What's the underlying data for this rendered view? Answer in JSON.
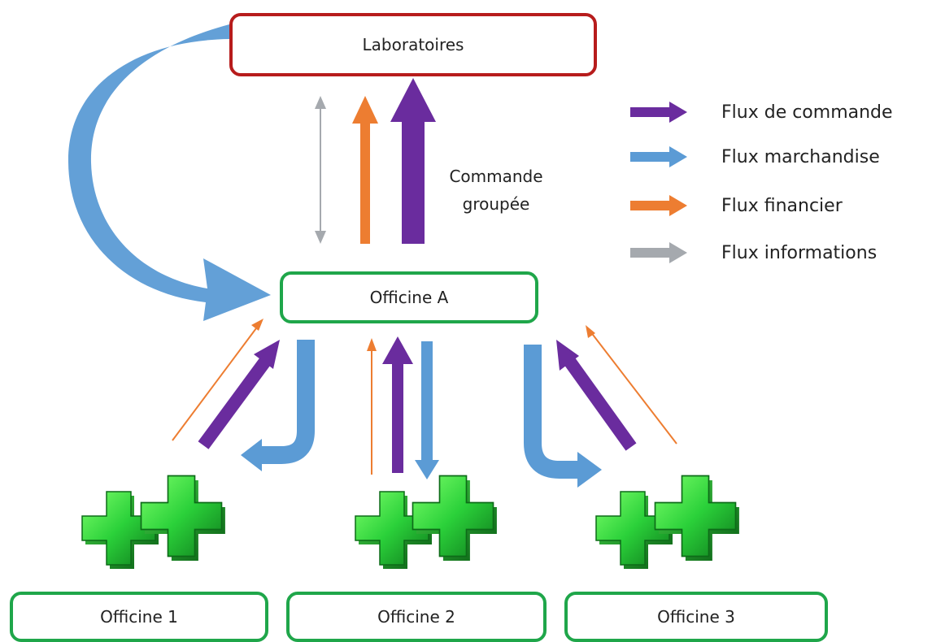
{
  "nodes": {
    "laboratoires": "Laboratoires",
    "officine_a": "Officine A",
    "officine_1": "Officine 1",
    "officine_2": "Officine 2",
    "officine_3": "Officine 3"
  },
  "annotation": {
    "line1": "Commande",
    "line2": "groupée"
  },
  "legend": [
    {
      "label": "Flux de commande",
      "color": "#6a2c9e"
    },
    {
      "label": "Flux marchandise",
      "color": "#5b9bd5"
    },
    {
      "label": "Flux financier",
      "color": "#ed7d31"
    },
    {
      "label": "Flux informations",
      "color": "#a5a9ae"
    }
  ],
  "colors": {
    "commande": "#6a2c9e",
    "marchandise": "#5b9bd5",
    "financier": "#ed7d31",
    "informations": "#a5a9ae",
    "pharmacy_cross": "#2ecc40",
    "lab_border": "#b71c1c",
    "officine_border": "#1fa64a"
  },
  "icons": [
    "pharmacy-cross-icon",
    "pharmacy-cross-icon",
    "pharmacy-cross-icon"
  ]
}
